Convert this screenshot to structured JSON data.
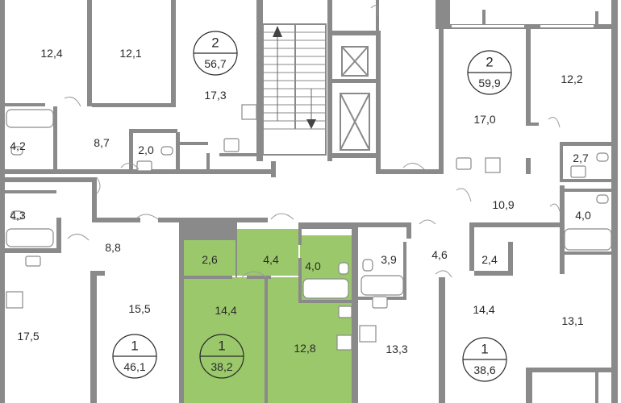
{
  "colors": {
    "highlight": "#9bc86a",
    "highlight_dark": "#8aba5b",
    "wall": "#8a8a8a",
    "text": "#2a2a2a"
  },
  "rooms": [
    {
      "id": "r-12-4",
      "label": "12,4"
    },
    {
      "id": "r-12-1",
      "label": "12,1"
    },
    {
      "id": "r-17-3",
      "label": "17,3"
    },
    {
      "id": "r-8-7",
      "label": "8,7"
    },
    {
      "id": "r-4-2",
      "label": "4,2"
    },
    {
      "id": "r-2-0",
      "label": "2,0"
    },
    {
      "id": "r-4-3",
      "label": "4,3"
    },
    {
      "id": "r-8-8",
      "label": "8,8"
    },
    {
      "id": "r-17-5",
      "label": "17,5"
    },
    {
      "id": "r-15-5",
      "label": "15,5"
    },
    {
      "id": "r-2-6",
      "label": "2,6"
    },
    {
      "id": "r-4-4",
      "label": "4,4"
    },
    {
      "id": "r-4-0-hl",
      "label": "4,0"
    },
    {
      "id": "r-14-4-hl",
      "label": "14,4"
    },
    {
      "id": "r-12-8",
      "label": "12,8"
    },
    {
      "id": "r-3-9",
      "label": "3,9"
    },
    {
      "id": "r-4-6",
      "label": "4,6"
    },
    {
      "id": "r-13-3",
      "label": "13,3"
    },
    {
      "id": "r-2-4",
      "label": "2,4"
    },
    {
      "id": "r-14-4",
      "label": "14,4"
    },
    {
      "id": "r-13-1",
      "label": "13,1"
    },
    {
      "id": "r-17-0",
      "label": "17,0"
    },
    {
      "id": "r-12-2",
      "label": "12,2"
    },
    {
      "id": "r-2-7",
      "label": "2,7"
    },
    {
      "id": "r-10-9",
      "label": "10,9"
    },
    {
      "id": "r-4-0",
      "label": "4,0"
    }
  ],
  "apartments": [
    {
      "id": "apt-top-left",
      "rooms": "2",
      "total": "56,7"
    },
    {
      "id": "apt-top-right",
      "rooms": "2",
      "total": "59,9"
    },
    {
      "id": "apt-bottom-left",
      "rooms": "1",
      "total": "46,1"
    },
    {
      "id": "apt-bottom-center",
      "rooms": "1",
      "total": "38,2"
    },
    {
      "id": "apt-bottom-right",
      "rooms": "1",
      "total": "38,6"
    }
  ]
}
